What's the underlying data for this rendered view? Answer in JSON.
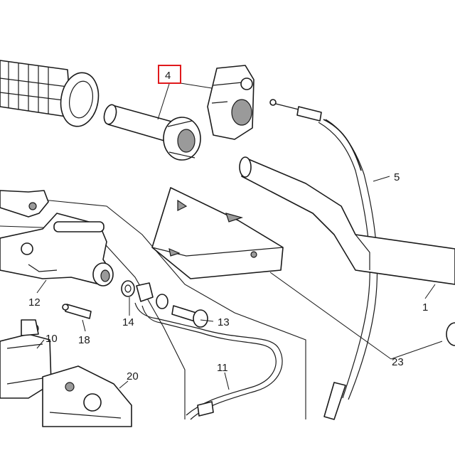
{
  "callouts": {
    "c4": "4",
    "c5": "5",
    "c1": "1",
    "c23": "23",
    "c12": "12",
    "c13": "13",
    "c14": "14",
    "c18": "18",
    "c10": "10",
    "c11": "11",
    "c20": "20"
  },
  "highlight": {
    "callout": "4",
    "color": "#e0191c"
  }
}
